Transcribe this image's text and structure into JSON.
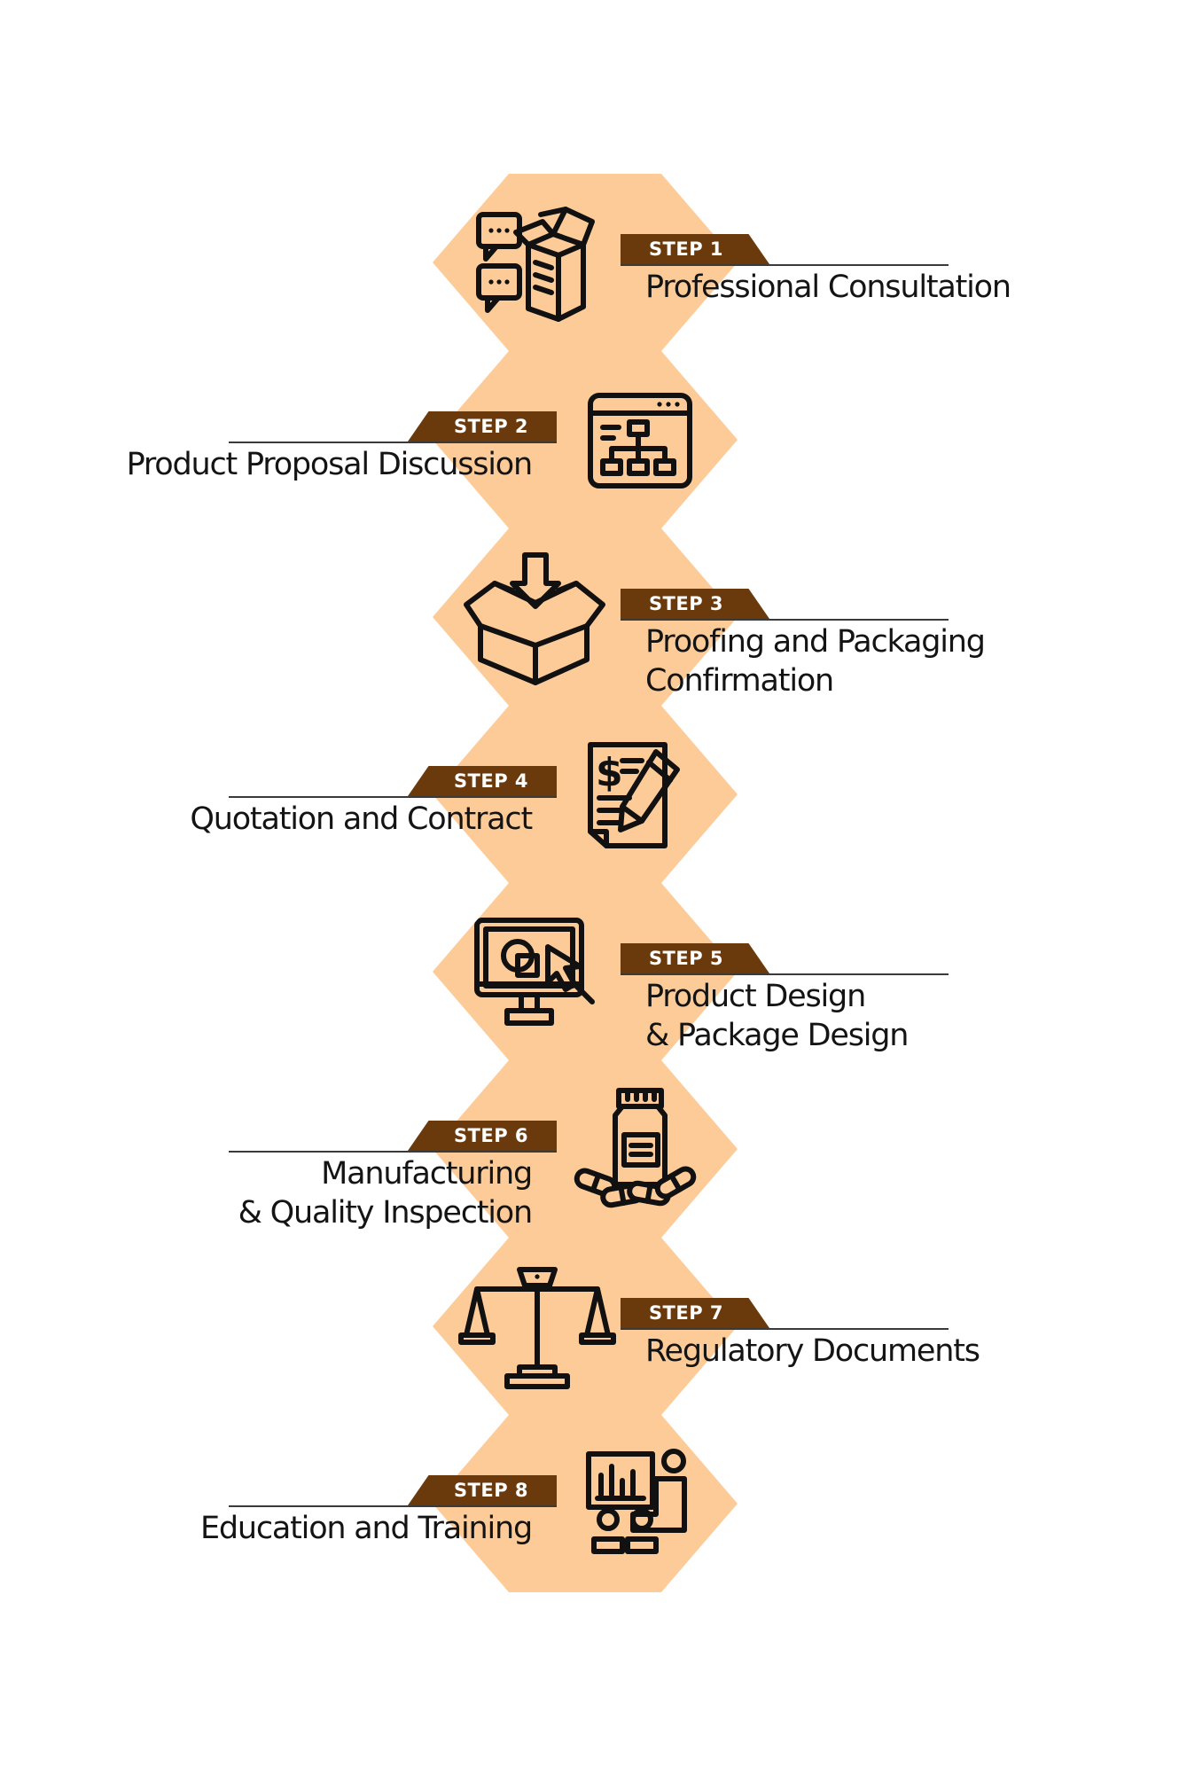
{
  "colors": {
    "hexagon_fill": "#fdcb98",
    "badge_fill": "#6b3a0c",
    "rule_line": "#3a3a3a",
    "icon_stroke": "#111111",
    "title_text": "#141414"
  },
  "steps": [
    {
      "badge": "STEP 1",
      "title_lines": [
        "Professional Consultation"
      ],
      "icon": "consultation-chat-box-icon"
    },
    {
      "badge": "STEP 2",
      "title_lines": [
        "Product Proposal Discussion"
      ],
      "icon": "proposal-flowchart-window-icon"
    },
    {
      "badge": "STEP 3",
      "title_lines": [
        "Proofing and Packaging",
        "Confirmation"
      ],
      "icon": "packaging-box-download-icon"
    },
    {
      "badge": "STEP 4",
      "title_lines": [
        "Quotation and Contract"
      ],
      "icon": "contract-dollar-pencil-icon"
    },
    {
      "badge": "STEP 5",
      "title_lines": [
        "Product Design",
        "& Package Design"
      ],
      "icon": "design-monitor-cursor-icon"
    },
    {
      "badge": "STEP 6",
      "title_lines": [
        "Manufacturing",
        "& Quality Inspection"
      ],
      "icon": "medicine-bottle-capsules-icon"
    },
    {
      "badge": "STEP 7",
      "title_lines": [
        "Regulatory Documents"
      ],
      "icon": "balance-scale-icon"
    },
    {
      "badge": "STEP 8",
      "title_lines": [
        "Education and Training"
      ],
      "icon": "presentation-training-icon"
    }
  ]
}
